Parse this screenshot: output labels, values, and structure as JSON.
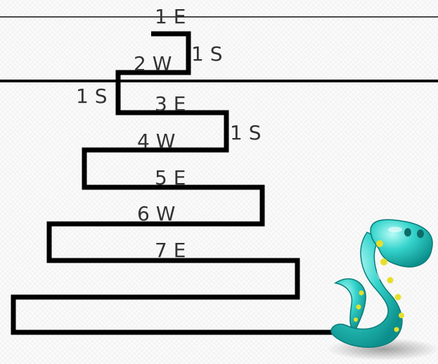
{
  "labels": {
    "e1": "1 E",
    "s1a": "1 S",
    "w2": "2 W",
    "s1b": "1 S",
    "e3": "3 E",
    "s1c": "1 S",
    "w4": "4 W",
    "e5": "5 E",
    "w6": "6 W",
    "e7": "7 E"
  },
  "mascot": {
    "icon": "snake-icon",
    "color": "#2fd1c9"
  }
}
